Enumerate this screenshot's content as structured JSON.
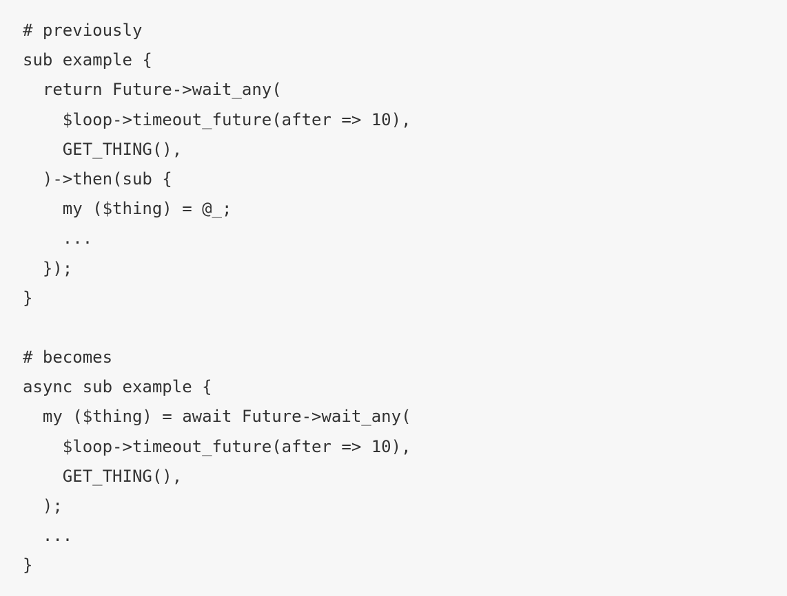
{
  "code": {
    "lines": [
      "# previously",
      "sub example {",
      "  return Future->wait_any(",
      "    $loop->timeout_future(after => 10),",
      "    GET_THING(),",
      "  )->then(sub {",
      "    my ($thing) = @_;",
      "    ...",
      "  });",
      "}",
      "",
      "# becomes",
      "async sub example {",
      "  my ($thing) = await Future->wait_any(",
      "    $loop->timeout_future(after => 10),",
      "    GET_THING(),",
      "  );",
      "  ...",
      "}"
    ]
  }
}
